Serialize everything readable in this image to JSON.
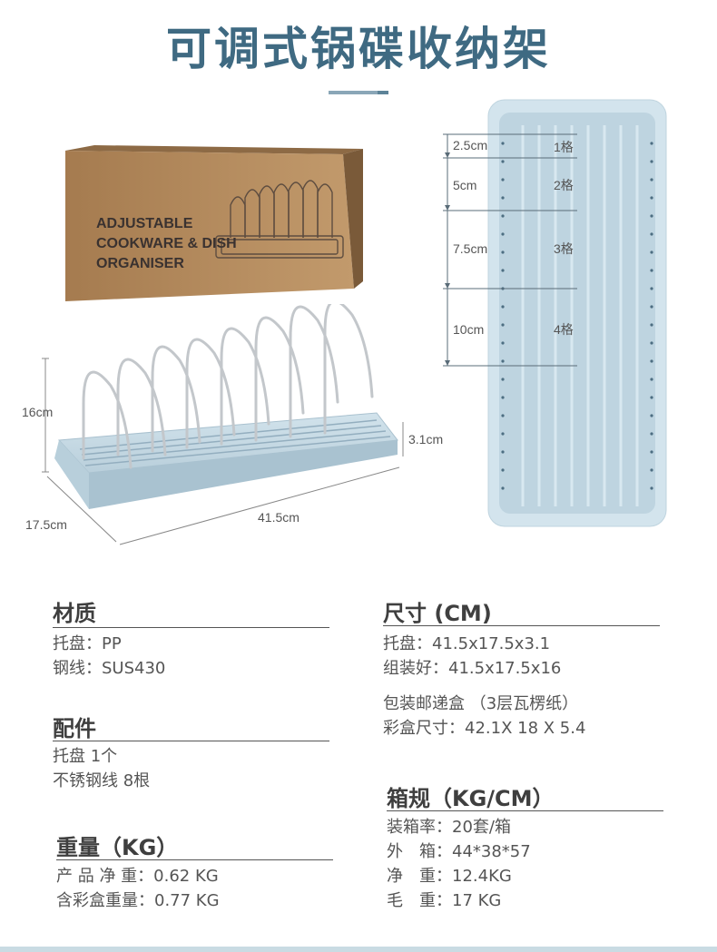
{
  "header": {
    "title": "可调式锅碟收纳架"
  },
  "box": {
    "lines": [
      "ADJUSTABLE",
      "COOKWARE & DISH",
      "ORGANISER"
    ]
  },
  "rack_dimensions": {
    "height": "16cm",
    "width": "17.5cm",
    "length": "41.5cm",
    "tray_height": "3.1cm"
  },
  "tray_slots": [
    {
      "spacing": "2.5cm",
      "slots": "1格"
    },
    {
      "spacing": "5cm",
      "slots": "2格"
    },
    {
      "spacing": "7.5cm",
      "slots": "3格"
    },
    {
      "spacing": "10cm",
      "slots": "4格"
    }
  ],
  "material": {
    "title": "材质",
    "lines": [
      "托盘：PP",
      "钢线：SUS430"
    ]
  },
  "accessories": {
    "title": "配件",
    "lines": [
      "托盘 1个",
      "不锈钢线 8根"
    ]
  },
  "weight": {
    "title": "重量（KG）",
    "lines": [
      "产 品 净 重：0.62 KG",
      "含彩盒重量：0.77 KG"
    ]
  },
  "size": {
    "title": "尺寸 (CM)",
    "lines": [
      "托盘：41.5x17.5x3.1",
      "组装好：41.5x17.5x16"
    ],
    "package_lines": [
      "包装邮递盒 （3层瓦楞纸）",
      "彩盒尺寸：42.1X 18 X 5.4"
    ]
  },
  "carton": {
    "title": "箱规（KG/CM）",
    "lines": [
      "装箱率：20套/箱",
      "外　箱：44*38*57",
      "净　重：12.4KG",
      "毛　重：17 KG"
    ]
  },
  "colors": {
    "title": "#3f6a82",
    "tray": "#c7dbe6",
    "kraft": "#b48a5c"
  }
}
